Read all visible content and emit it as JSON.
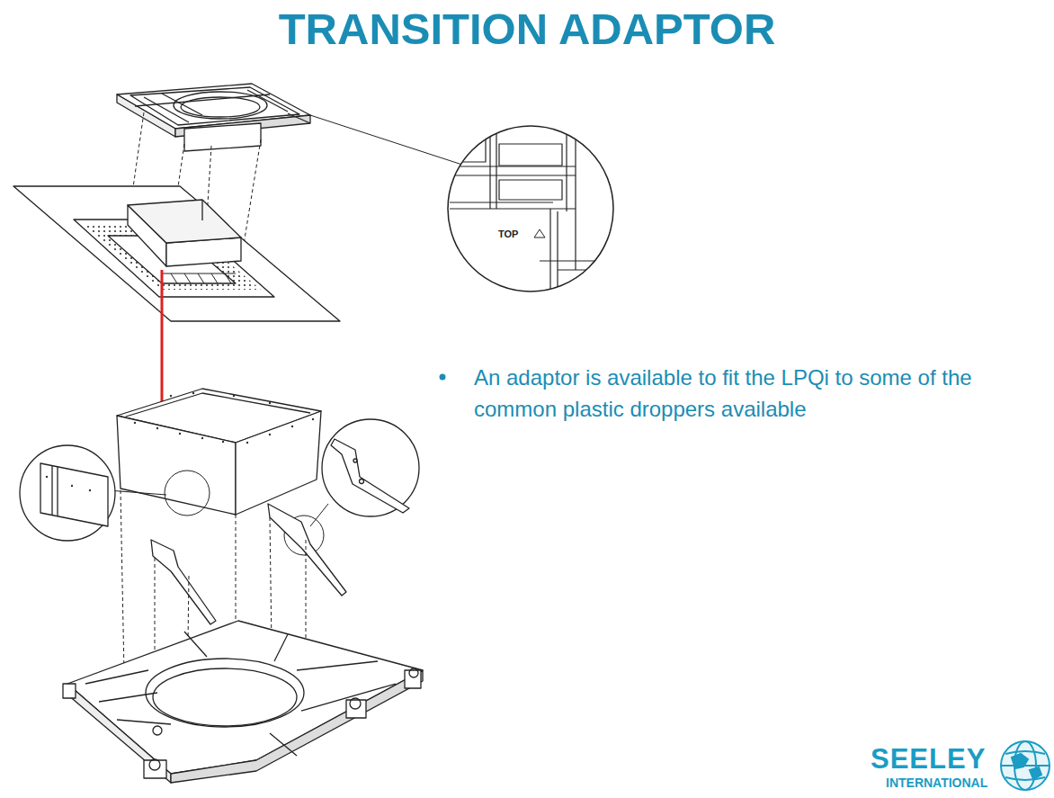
{
  "diagram": {
    "title": "TRANSITION ADAPTOR",
    "labels": [
      "An adaptor is available to fit the LPQi to some of the common plastic droppers available",
      "TOP",
      "SEELEY",
      "INTERNATIONAL"
    ]
  }
}
